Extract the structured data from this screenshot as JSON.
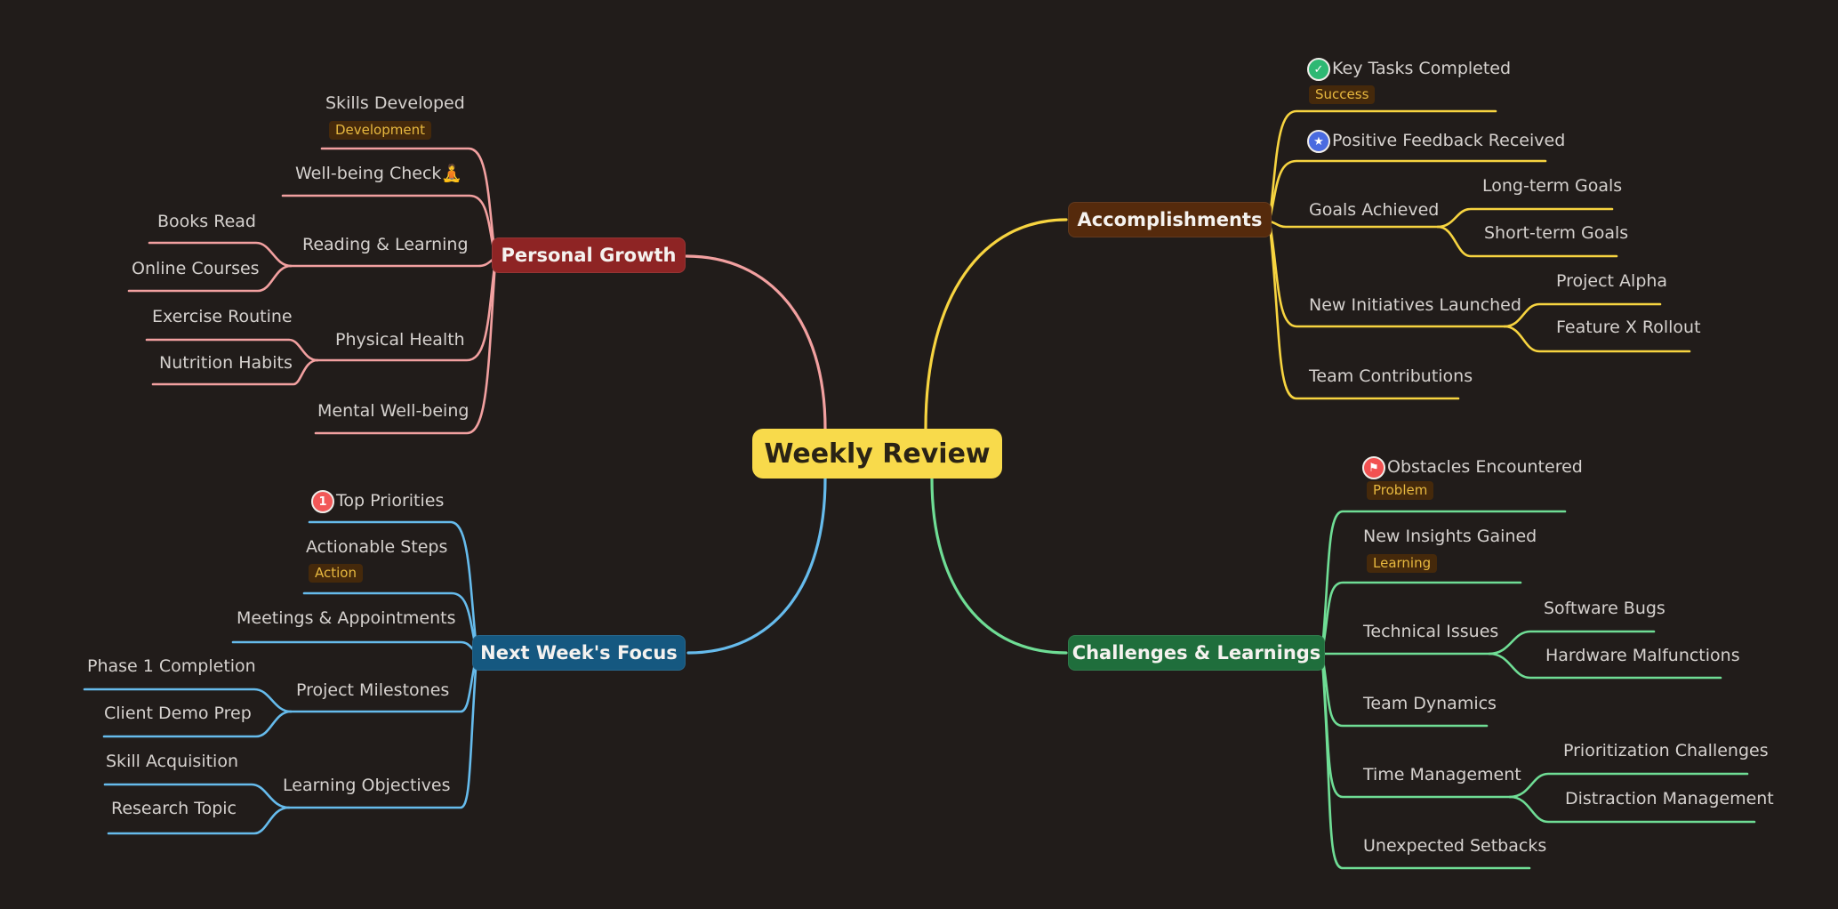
{
  "root": {
    "label": "Weekly Review",
    "bg": "#f8da4b",
    "fg": "#2a2315"
  },
  "badge_style": {
    "bg": "#45290b",
    "fg": "#e7b83f"
  },
  "icons": {
    "check": "✓",
    "star": "★",
    "one": "1",
    "flag": "⚑"
  },
  "icon_colors": {
    "check": "#2eb873",
    "star": "#4a6be0",
    "one": "#f25858",
    "flag": "#f25151"
  },
  "branches": [
    {
      "label": "Personal Growth",
      "bg": "#8e2424",
      "line": "#f2a0a0",
      "side": "left",
      "children": [
        {
          "label": "Skills Developed",
          "badge": "Development"
        },
        {
          "label": "Well-being Check🧘"
        },
        {
          "label": "Reading & Learning",
          "children": [
            {
              "label": "Books Read"
            },
            {
              "label": "Online Courses"
            }
          ]
        },
        {
          "label": "Physical Health",
          "children": [
            {
              "label": "Exercise Routine"
            },
            {
              "label": "Nutrition Habits"
            }
          ]
        },
        {
          "label": "Mental Well-being"
        }
      ]
    },
    {
      "label": "Accomplishments",
      "bg": "#552a0c",
      "line": "#f7d440",
      "side": "right",
      "children": [
        {
          "label": "Key Tasks Completed",
          "icon": "check",
          "badge": "Success"
        },
        {
          "label": "Positive Feedback Received",
          "icon": "star"
        },
        {
          "label": "Goals Achieved",
          "children": [
            {
              "label": "Long-term Goals"
            },
            {
              "label": "Short-term Goals"
            }
          ]
        },
        {
          "label": "New Initiatives Launched",
          "children": [
            {
              "label": "Project Alpha"
            },
            {
              "label": "Feature X Rollout"
            }
          ]
        },
        {
          "label": "Team Contributions"
        }
      ]
    },
    {
      "label": "Next Week's Focus",
      "bg": "#155880",
      "line": "#66bbec",
      "side": "left",
      "children": [
        {
          "label": "Top Priorities",
          "icon": "one"
        },
        {
          "label": "Actionable Steps",
          "badge": "Action"
        },
        {
          "label": "Meetings & Appointments"
        },
        {
          "label": "Project Milestones",
          "children": [
            {
              "label": "Phase 1 Completion"
            },
            {
              "label": "Client Demo Prep"
            }
          ]
        },
        {
          "label": "Learning Objectives",
          "children": [
            {
              "label": "Skill Acquisition"
            },
            {
              "label": "Research Topic"
            }
          ]
        }
      ]
    },
    {
      "label": "Challenges & Learnings",
      "bg": "#1f6e3c",
      "line": "#6fdd95",
      "side": "right",
      "children": [
        {
          "label": "Obstacles Encountered",
          "icon": "flag",
          "badge": "Problem"
        },
        {
          "label": "New Insights Gained",
          "badge": "Learning"
        },
        {
          "label": "Technical Issues",
          "children": [
            {
              "label": "Software Bugs"
            },
            {
              "label": "Hardware Malfunctions"
            }
          ]
        },
        {
          "label": "Team Dynamics"
        },
        {
          "label": "Time Management",
          "children": [
            {
              "label": "Prioritization Challenges"
            },
            {
              "label": "Distraction Management"
            }
          ]
        },
        {
          "label": "Unexpected Setbacks"
        }
      ]
    }
  ]
}
